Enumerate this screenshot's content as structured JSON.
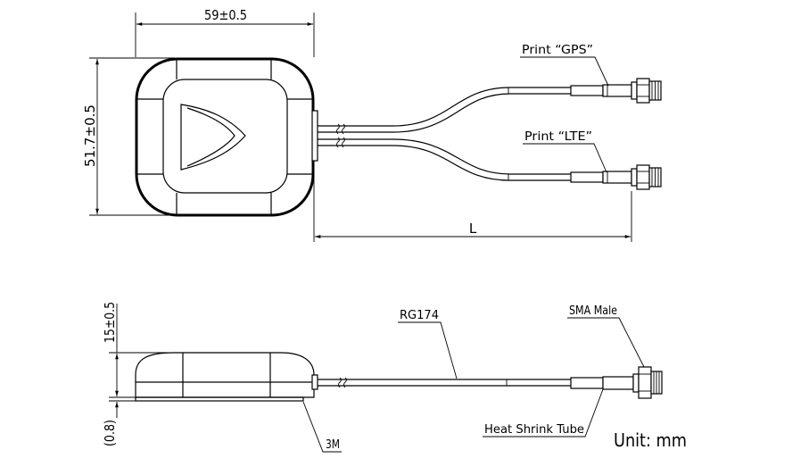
{
  "top_view": {
    "width_dim": "59±0.5",
    "height_dim": "51.7±0.5",
    "length_dim": "L",
    "gps_label": "Print “GPS”",
    "lte_label": "Print “LTE”"
  },
  "side_view": {
    "height_dim": "15±0.5",
    "pad_dim": "(0.8)",
    "cable_label": "RG174",
    "connector_label": "SMA Male",
    "sleeve_label": "Heat Shrink Tube",
    "adhesive_label": "3M"
  },
  "unit_label": "Unit: mm",
  "colors": {
    "line": "#000000",
    "background": "#ffffff"
  }
}
